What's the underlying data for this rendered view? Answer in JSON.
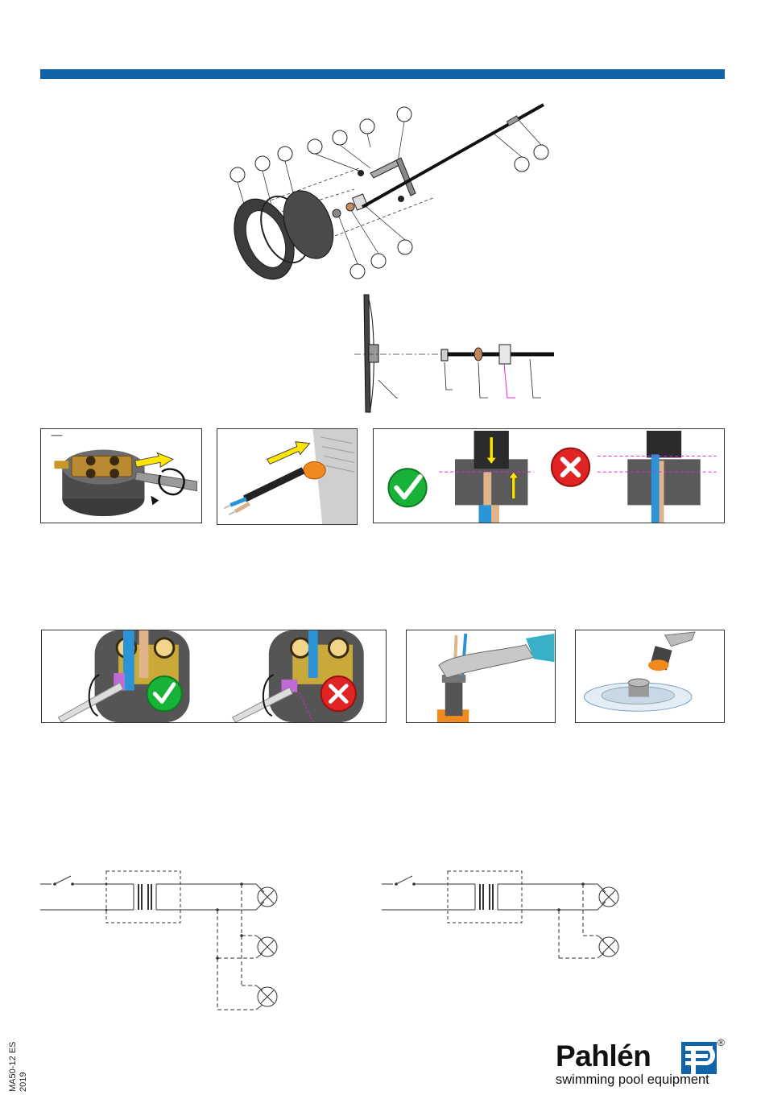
{
  "header": {
    "accent_color": "#1264a8"
  },
  "footer": {
    "doc_code": "MA50-12 ES",
    "year": "2019",
    "brand_name": "Pahlén",
    "brand_tagline": "swimming pool equipment",
    "registered_mark": "®"
  },
  "status_colors": {
    "ok": "#19b238",
    "error": "#e02424"
  },
  "icons": [
    "check-icon",
    "cross-icon",
    "rotate-arrow-icon",
    "lamp-symbol-icon",
    "switch-symbol-icon",
    "transformer-symbol-icon"
  ]
}
